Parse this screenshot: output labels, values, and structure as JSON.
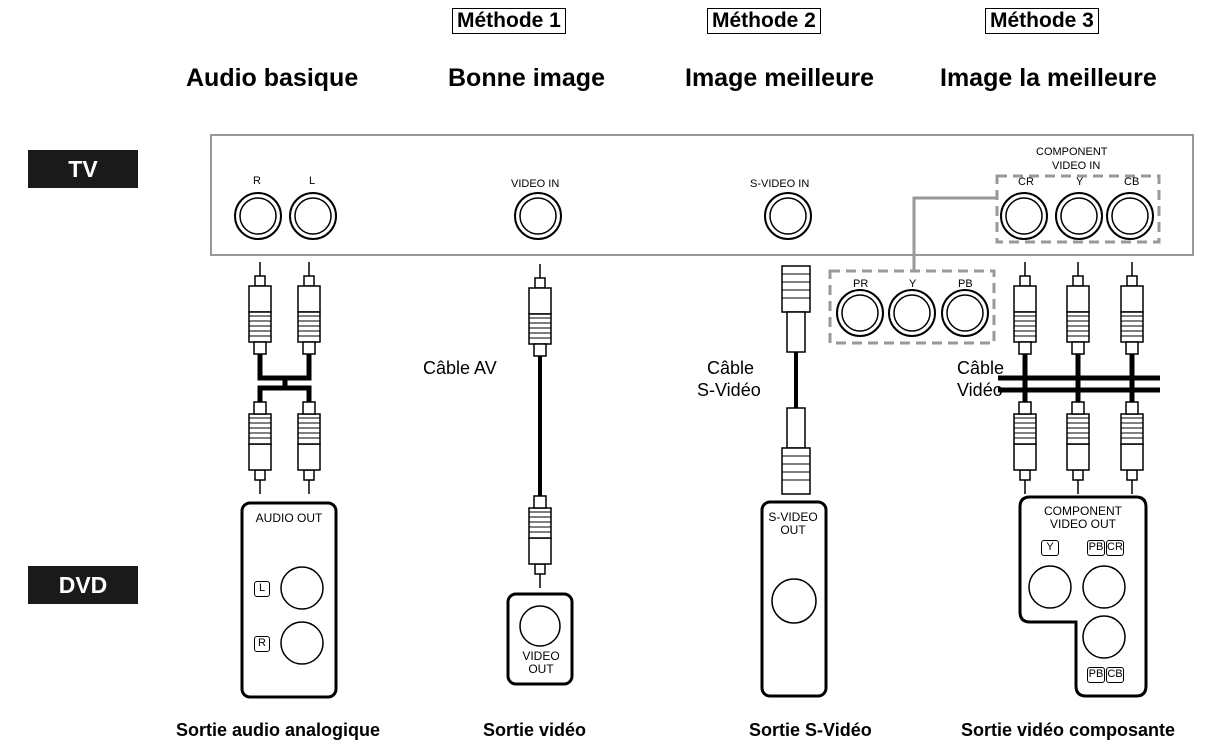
{
  "methods": [
    "Méthode 1",
    "Méthode 2",
    "Méthode 3"
  ],
  "headings": {
    "audio": "Audio basique",
    "m1": "Bonne image",
    "m2": "Image meilleure",
    "m3": "Image la meilleure"
  },
  "blocks": {
    "tv": "TV",
    "dvd": "DVD"
  },
  "tv_labels": {
    "r": "R",
    "l": "L",
    "video_in": "VIDEO IN",
    "svideo_in": "S-VIDEO IN",
    "component_line1": "COMPONENT",
    "component_line2": "VIDEO IN",
    "cr": "CR",
    "y": "Y",
    "cb": "CB"
  },
  "alt_labels": {
    "pr": "PR",
    "y": "Y",
    "pb": "PB"
  },
  "cables": {
    "av": "Câble AV",
    "svideo_line1": "Câble",
    "svideo_line2": "S-Vidéo",
    "video_line1": "Câble",
    "video_line2": "Vidéo"
  },
  "dvd_labels": {
    "audio_out": "AUDIO OUT",
    "l": "L",
    "r": "R",
    "video_out_line1": "VIDEO",
    "video_out_line2": "OUT",
    "svideo_out_line1": "S-VIDEO",
    "svideo_out_line2": "OUT",
    "component_line1": "COMPONENT",
    "component_line2": "VIDEO OUT",
    "y": "Y",
    "pb": "PB",
    "cr": "CR",
    "cb": "CB"
  },
  "footers": {
    "audio": "Sortie audio analogique",
    "video": "Sortie vidéo",
    "svideo": "Sortie S-Vidéo",
    "component": "Sortie vidéo composante"
  }
}
